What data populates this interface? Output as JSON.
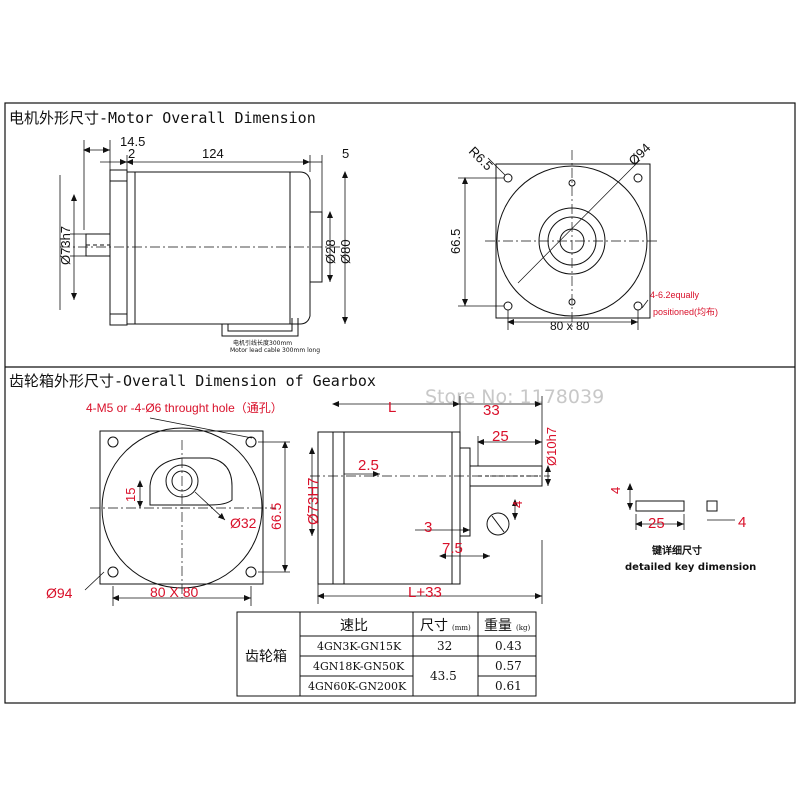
{
  "motor_section": {
    "title": "电机外形尺寸-Motor Overall Dimension",
    "dims": {
      "d14_5": "14.5",
      "d2": "2",
      "d124": "124",
      "d5": "5",
      "d73h7": "Ø73h7",
      "d28": "Ø28",
      "d80": "Ø80",
      "r6_5": "R6.5",
      "d94": "Ø94",
      "d66_5": "66.5",
      "d80x80": "80 x 80",
      "holes_line1": "4-6.2equally",
      "holes_line2": "positioned(均布)"
    },
    "cable_note_cn": "电机引线长度300mm",
    "cable_note_en": "Motor lead cable 300mm long"
  },
  "gearbox_section": {
    "title": "齿轮箱外形尺寸-Overall Dimension of Gearbox",
    "watermark": "Store No: 1178039",
    "dims": {
      "hole_note": "4-M5 or -4-Ø6 throught hole（通孔）",
      "d15": "15",
      "d32": "Ø32",
      "d66_5": "66.5",
      "d73h7": "Ø73H7",
      "d94": "Ø94",
      "d80x80": "80 X 80",
      "dL": "L",
      "d33": "33",
      "d25": "25",
      "d10h7": "Ø10h7",
      "d2_5": "2.5",
      "d4": "4",
      "d3": "3",
      "d7_5": "7.5",
      "dL33": "L+33"
    },
    "key_detail": {
      "d4_left": "4",
      "d25": "25",
      "d4_right": "4",
      "label_cn": "键详细尺寸",
      "label_en": "detailed key dimension"
    }
  },
  "spec_table": {
    "side_label": "齿轮箱",
    "headers": [
      "速比",
      "尺寸",
      "重量"
    ],
    "header_units": [
      "",
      "(mm)",
      "(kg)"
    ],
    "rows": [
      {
        "ratio": "4GN3K-GN15K",
        "size": "32",
        "weight": "0.43"
      },
      {
        "ratio": "4GN18K-GN50K",
        "size": "43.5",
        "weight": "0.57"
      },
      {
        "ratio": "4GN60K-GN200K",
        "size": "",
        "weight": "0.61"
      }
    ]
  },
  "colors": {
    "dimension_text": "#d9102a",
    "line": "#111111",
    "watermark": "#c8c8c8"
  }
}
